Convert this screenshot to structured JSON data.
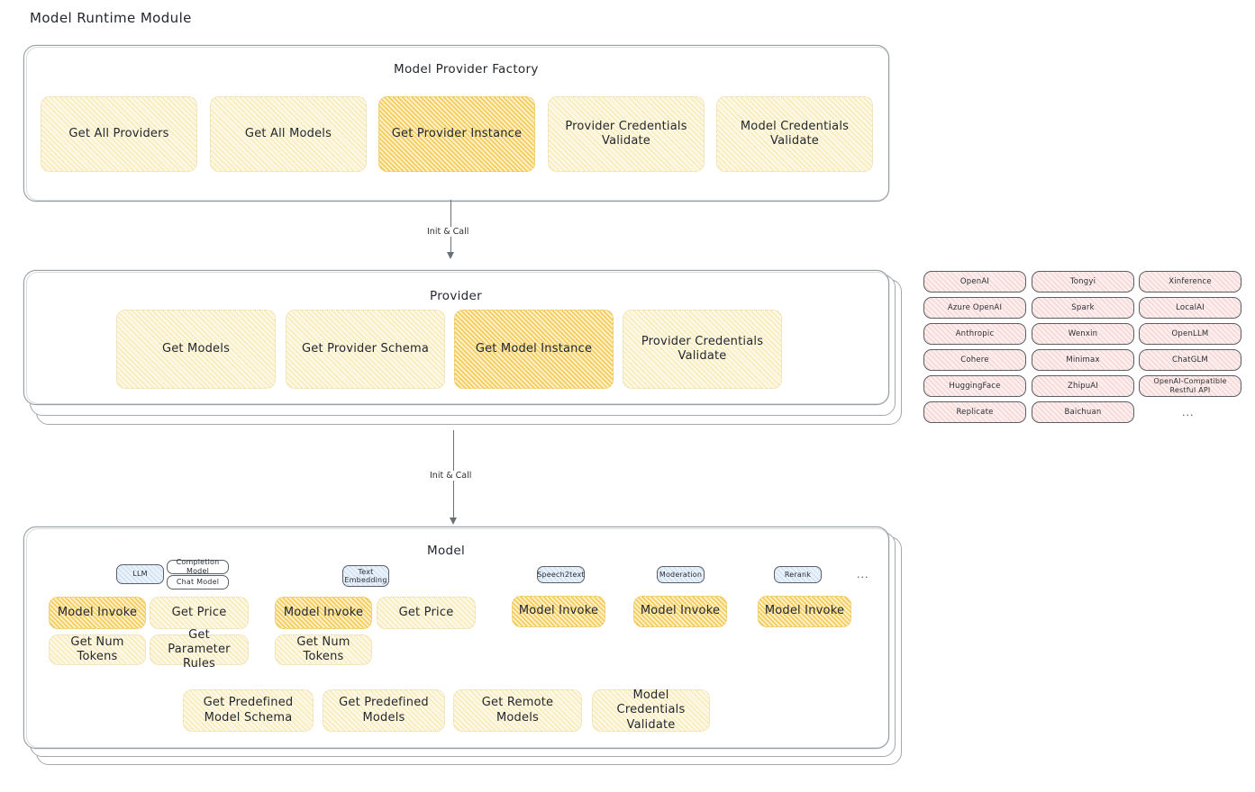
{
  "page": {
    "title": "Model Runtime Module",
    "accent_amber": "#fbeec2",
    "accent_amber_light": "#fdf8e6",
    "accent_pink": "#fdeeee",
    "accent_blue": "#e9f1fb",
    "stroke": "#5a5f66"
  },
  "factory": {
    "title": "Model Provider Factory",
    "nodes": [
      {
        "label": "Get All Providers",
        "state": "normal"
      },
      {
        "label": "Get All Models",
        "state": "normal"
      },
      {
        "label": "Get Provider Instance",
        "state": "highlighted"
      },
      {
        "label": "Provider Credentials Validate",
        "state": "normal"
      },
      {
        "label": "Model Credentials Validate",
        "state": "normal"
      }
    ]
  },
  "arrows": [
    {
      "label": "Init & Call",
      "from": "Model Provider Factory",
      "to": "Provider"
    },
    {
      "label": "Init & Call",
      "from": "Provider",
      "to": "Model"
    }
  ],
  "provider": {
    "title": "Provider",
    "nodes": [
      {
        "label": "Get Models",
        "state": "normal"
      },
      {
        "label": "Get Provider Schema",
        "state": "normal"
      },
      {
        "label": "Get Model Instance",
        "state": "highlighted"
      },
      {
        "label": "Provider Credentials Validate",
        "state": "normal"
      }
    ]
  },
  "provider_list": {
    "columns": [
      [
        "OpenAI",
        "Azure OpenAI",
        "Anthropic",
        "Cohere",
        "HuggingFace",
        "Replicate"
      ],
      [
        "Tongyi",
        "Spark",
        "Wenxin",
        "Minimax",
        "ZhipuAI",
        "Baichuan"
      ],
      [
        "Xinference",
        "LocalAI",
        "OpenLLM",
        "ChatGLM",
        "OpenAI-Compatible Restful API"
      ]
    ],
    "more": "..."
  },
  "model": {
    "title": "Model",
    "more": "...",
    "types": [
      {
        "badge": "LLM",
        "badge_style": "blue",
        "sub_badges": [
          "Completion Model",
          "Chat Model"
        ],
        "nodes": [
          {
            "label": "Model Invoke",
            "state": "highlighted"
          },
          {
            "label": "Get Price",
            "state": "normal"
          },
          {
            "label": "Get Num Tokens",
            "state": "normal"
          },
          {
            "label": "Get Parameter Rules",
            "state": "normal"
          }
        ]
      },
      {
        "badge": "Text Embedding",
        "badge_style": "blue",
        "sub_badges": [],
        "nodes": [
          {
            "label": "Model Invoke",
            "state": "highlighted"
          },
          {
            "label": "Get Price",
            "state": "normal"
          },
          {
            "label": "Get Num Tokens",
            "state": "normal"
          }
        ]
      },
      {
        "badge": "Speech2text",
        "badge_style": "blue",
        "sub_badges": [],
        "nodes": [
          {
            "label": "Model Invoke",
            "state": "highlighted"
          }
        ]
      },
      {
        "badge": "Moderation",
        "badge_style": "blue",
        "sub_badges": [],
        "nodes": [
          {
            "label": "Model Invoke",
            "state": "highlighted"
          }
        ]
      },
      {
        "badge": "Rerank",
        "badge_style": "blue",
        "sub_badges": [],
        "nodes": [
          {
            "label": "Model Invoke",
            "state": "highlighted"
          }
        ]
      }
    ],
    "common_nodes": [
      {
        "label": "Get Predefined Model Schema"
      },
      {
        "label": "Get Predefined Models"
      },
      {
        "label": "Get Remote Models"
      },
      {
        "label": "Model Credentials Validate"
      }
    ]
  }
}
